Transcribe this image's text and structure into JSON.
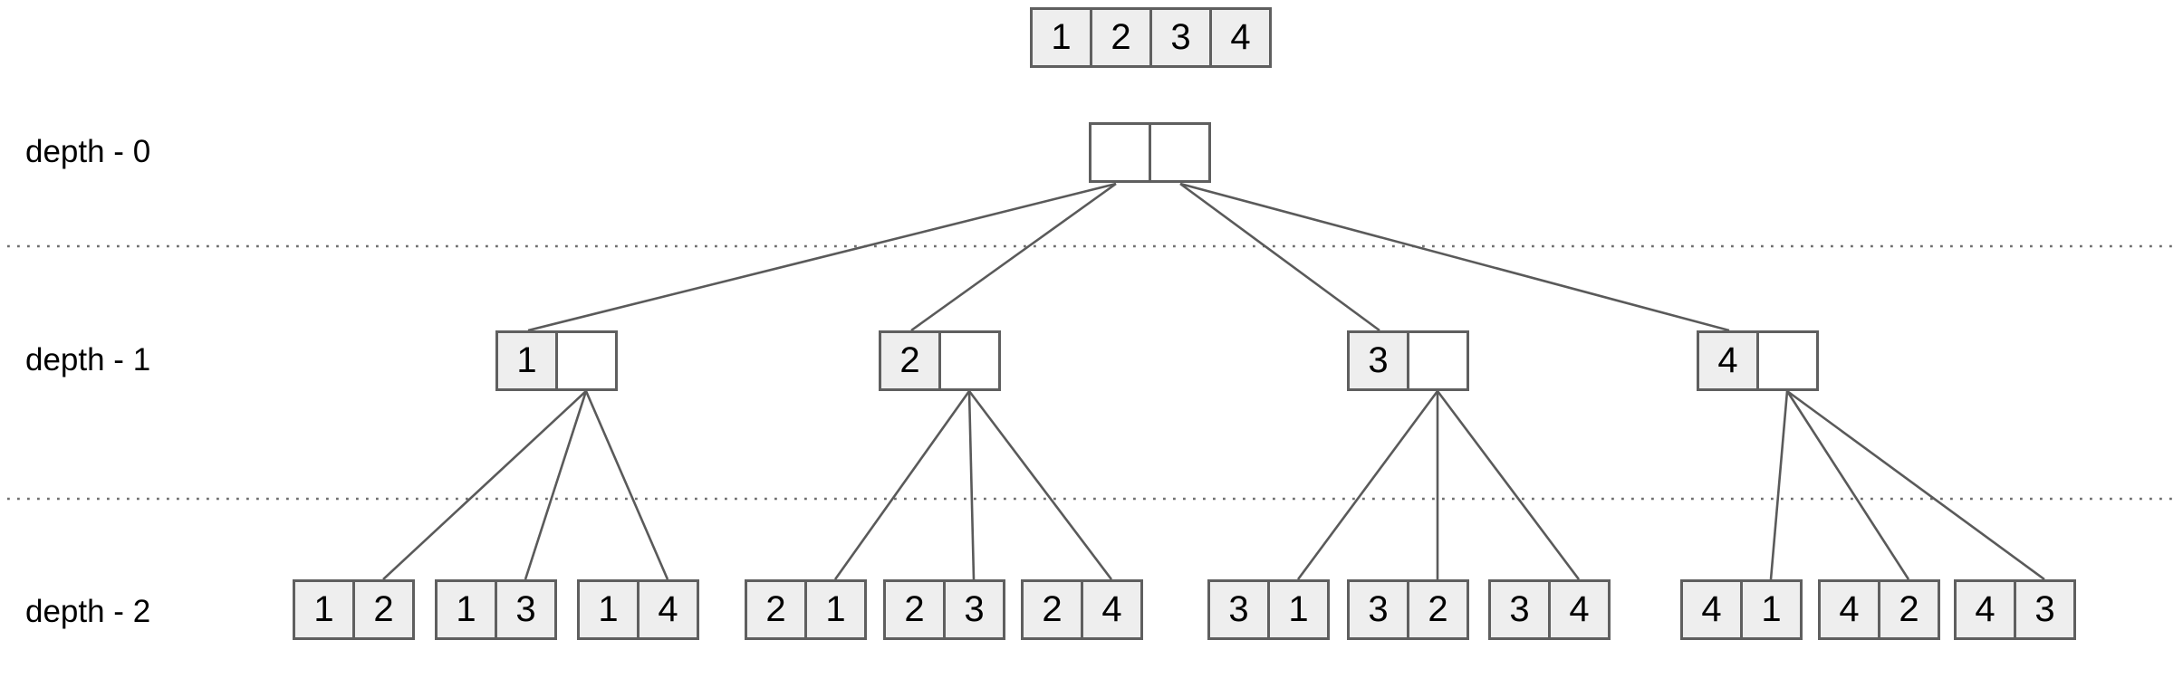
{
  "source_array": {
    "cells": [
      "1",
      "2",
      "3",
      "4"
    ]
  },
  "depth_labels": [
    "depth - 0",
    "depth - 1",
    "depth - 2"
  ],
  "tree": {
    "root": {
      "cells": [
        "",
        ""
      ]
    },
    "subtrees": [
      {
        "node": {
          "cells": [
            "1",
            ""
          ]
        },
        "leaves": [
          {
            "cells": [
              "1",
              "2"
            ]
          },
          {
            "cells": [
              "1",
              "3"
            ]
          },
          {
            "cells": [
              "1",
              "4"
            ]
          }
        ]
      },
      {
        "node": {
          "cells": [
            "2",
            ""
          ]
        },
        "leaves": [
          {
            "cells": [
              "2",
              "1"
            ]
          },
          {
            "cells": [
              "2",
              "3"
            ]
          },
          {
            "cells": [
              "2",
              "4"
            ]
          }
        ]
      },
      {
        "node": {
          "cells": [
            "3",
            ""
          ]
        },
        "leaves": [
          {
            "cells": [
              "3",
              "1"
            ]
          },
          {
            "cells": [
              "3",
              "2"
            ]
          },
          {
            "cells": [
              "3",
              "4"
            ]
          }
        ]
      },
      {
        "node": {
          "cells": [
            "4",
            ""
          ]
        },
        "leaves": [
          {
            "cells": [
              "4",
              "1"
            ]
          },
          {
            "cells": [
              "4",
              "2"
            ]
          },
          {
            "cells": [
              "4",
              "3"
            ]
          }
        ]
      }
    ]
  },
  "colors": {
    "cell_border": "#5f5f5f",
    "cell_fill": "#eeeeee",
    "cell_empty": "#ffffff",
    "edge_line": "#5a5a5a",
    "divider_dots": "#6f6f6f",
    "text": "#000000",
    "background": "#ffffff"
  }
}
